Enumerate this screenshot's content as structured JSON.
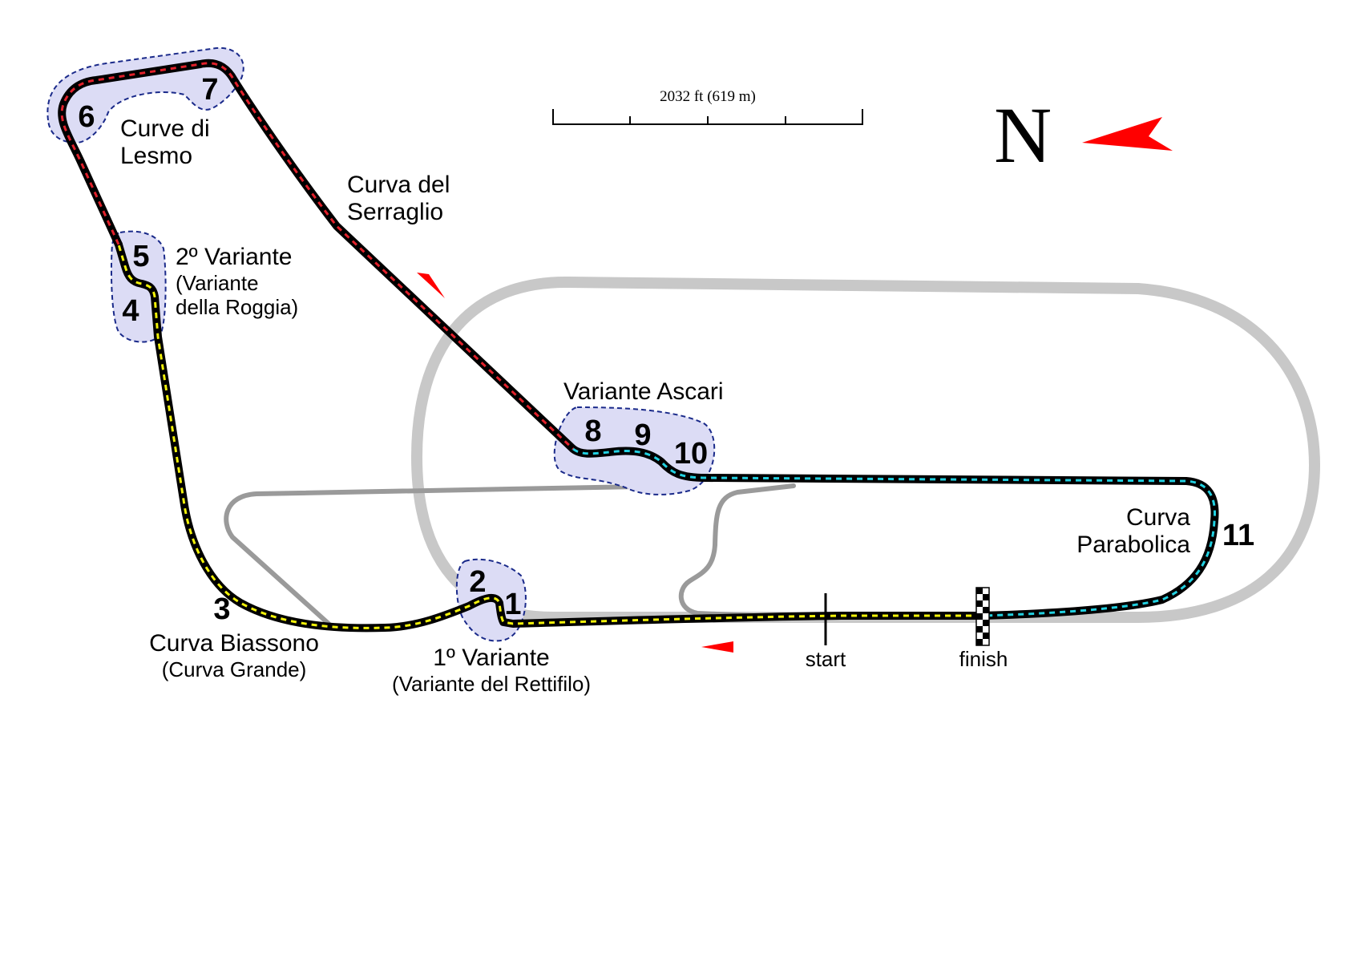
{
  "map": {
    "scale_label": "2032 ft (619 m)",
    "north_label": "N",
    "colors": {
      "sector1": "#f2f20a",
      "sector2": "#e0202a",
      "sector3": "#22d0e0",
      "arrow": "#ff0000",
      "old_oval": "#c8c8c8",
      "service_road": "#9a9a9a",
      "corner_zone": "#dcdcf5"
    },
    "labels": {
      "curve_di_lesmo_1": "Curve di",
      "curve_di_lesmo_2": "Lesmo",
      "curva_del_serraglio_1": "Curva del",
      "curva_del_serraglio_2": "Serraglio",
      "variante2_1": "2º Variante",
      "variante2_2": "(Variante",
      "variante2_3": "della Roggia)",
      "variante_ascari": "Variante Ascari",
      "curva_parabolica_1": "Curva",
      "curva_parabolica_2": "Parabolica",
      "curva_biassono_1": "Curva Biassono",
      "curva_biassono_2": "(Curva Grande)",
      "variante1_1": "1º Variante",
      "variante1_2": "(Variante del Rettifilo)",
      "start": "start",
      "finish": "finish"
    },
    "turns": {
      "t1": "1",
      "t2": "2",
      "t3": "3",
      "t4": "4",
      "t5": "5",
      "t6": "6",
      "t7": "7",
      "t8": "8",
      "t9": "9",
      "t10": "10",
      "t11": "11"
    }
  }
}
